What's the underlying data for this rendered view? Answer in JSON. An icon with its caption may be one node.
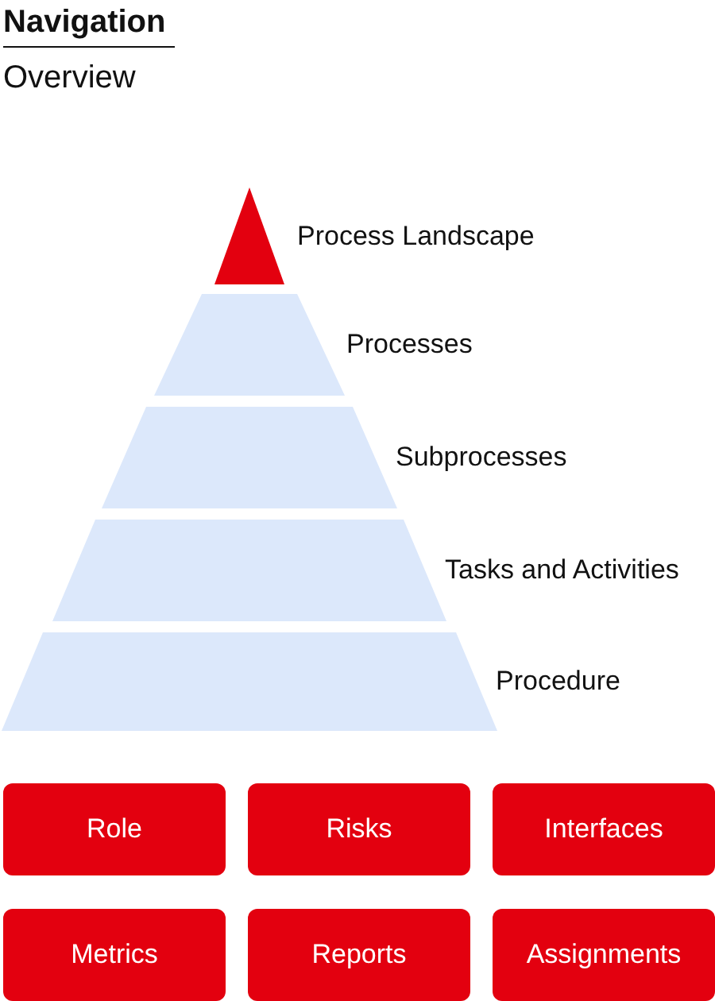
{
  "diagram": {
    "title": "Navigation",
    "nodes": [
      {
        "text": [],
        "shape": "triangle",
        "beside": [
          "Process Landscape"
        ]
      },
      {
        "text": [],
        "shape": "trapezoid",
        "beside": [
          "Processes"
        ]
      },
      {
        "text": [],
        "shape": "trapezoid",
        "beside": [
          "Subprocesses"
        ]
      },
      {
        "text": [],
        "shape": "trapezoid",
        "beside": [
          "Tasks and Activities"
        ]
      },
      {
        "text": [],
        "shape": "trapezoid",
        "beside": [
          "Procedure"
        ]
      },
      {
        "text": [
          "Role"
        ]
      },
      {
        "text": [
          "Risks"
        ]
      },
      {
        "text": [
          "Interfaces"
        ]
      },
      {
        "text": [
          "Metrics"
        ]
      },
      {
        "text": [
          "Reports"
        ]
      },
      {
        "text": [
          "Assignments"
        ]
      }
    ],
    "edges": [],
    "labels": [
      "Overview"
    ]
  }
}
